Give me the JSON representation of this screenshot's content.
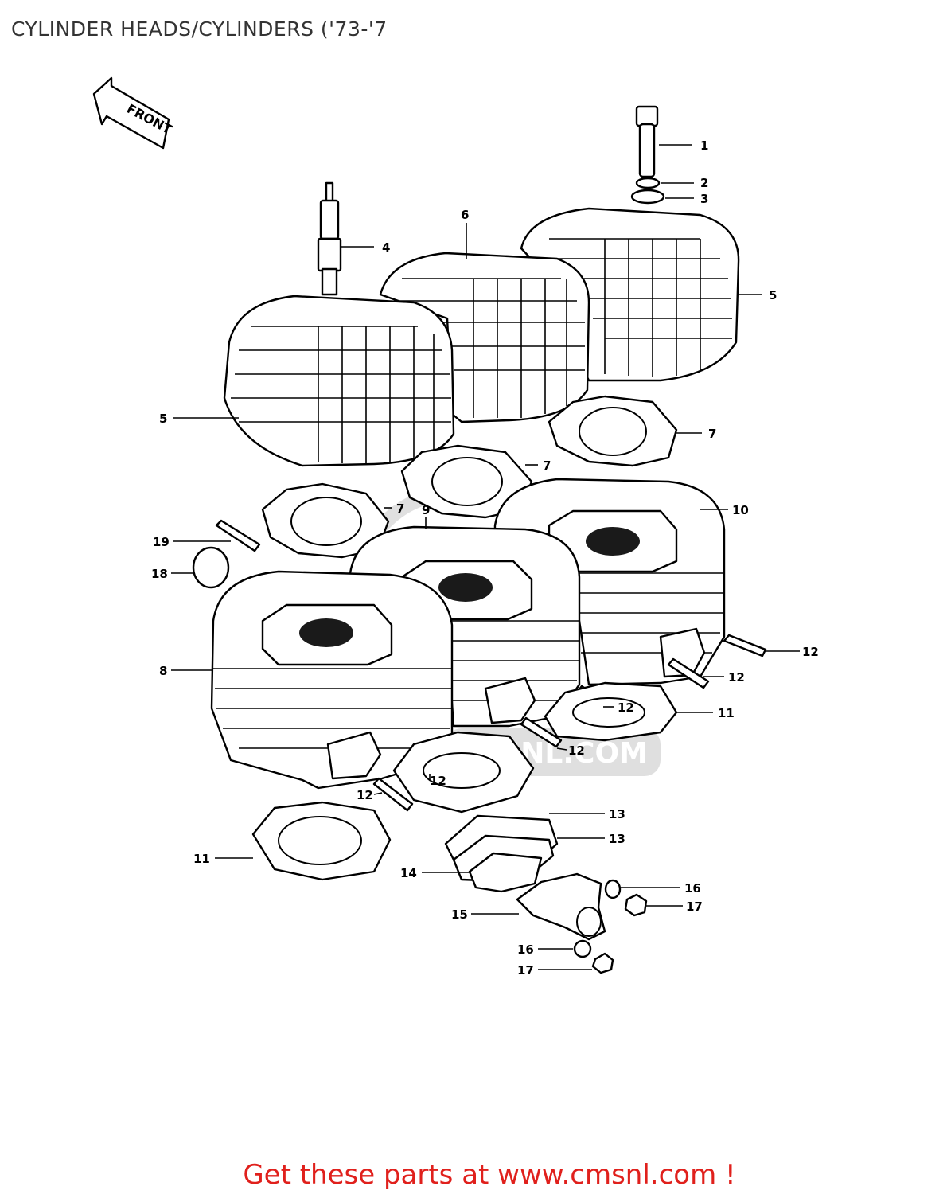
{
  "title": "CYLINDER HEADS/CYLINDERS ('73-'7",
  "front_marker": "FRONT",
  "watermark": "CMSNL.COM",
  "callouts": {
    "c1": "1",
    "c2": "2",
    "c3": "3",
    "c4": "4",
    "c5a": "5",
    "c5b": "5",
    "c6": "6",
    "c7a": "7",
    "c7b": "7",
    "c7c": "7",
    "c8": "8",
    "c9": "9",
    "c10": "10",
    "c11a": "11",
    "c11b": "11",
    "c12a": "12",
    "c12b": "12",
    "c12c": "12",
    "c12d": "12",
    "c12e": "12",
    "c12f": "12",
    "c13a": "13",
    "c13b": "13",
    "c14": "14",
    "c15": "15",
    "c16a": "16",
    "c16b": "16",
    "c17a": "17",
    "c17b": "17",
    "c18": "18",
    "c19": "19"
  },
  "footer": "Get these parts at www.cmsnl.com !"
}
